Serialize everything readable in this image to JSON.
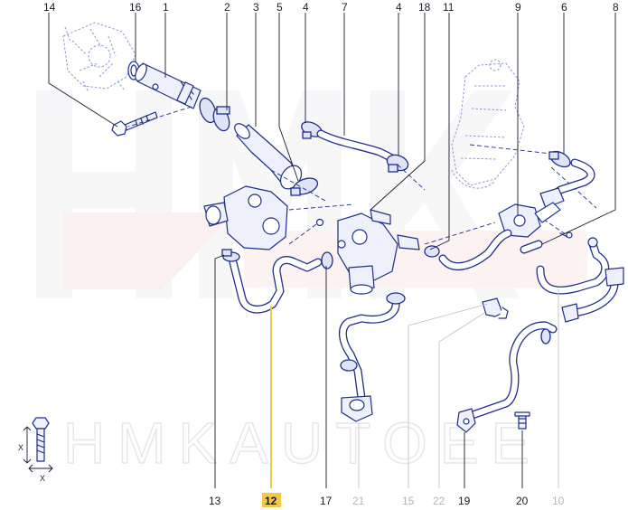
{
  "watermark": {
    "text": "HMKAUTOEE"
  },
  "diagram": {
    "callouts_top": [
      {
        "id": "c14",
        "label": "14"
      },
      {
        "id": "c16",
        "label": "16"
      },
      {
        "id": "c1",
        "label": "1"
      },
      {
        "id": "c2",
        "label": "2"
      },
      {
        "id": "c3",
        "label": "3"
      },
      {
        "id": "c5",
        "label": "5"
      },
      {
        "id": "c4a",
        "label": "4"
      },
      {
        "id": "c7",
        "label": "7"
      },
      {
        "id": "c4b",
        "label": "4"
      },
      {
        "id": "c18",
        "label": "18"
      },
      {
        "id": "c11",
        "label": "11"
      },
      {
        "id": "c9",
        "label": "9"
      },
      {
        "id": "c6",
        "label": "6"
      },
      {
        "id": "c8",
        "label": "8"
      }
    ],
    "callouts_bottom": [
      {
        "id": "c13",
        "label": "13",
        "muted": false
      },
      {
        "id": "c12",
        "label": "12",
        "muted": false,
        "highlighted": true
      },
      {
        "id": "c17",
        "label": "17",
        "muted": false
      },
      {
        "id": "c21",
        "label": "21",
        "muted": true
      },
      {
        "id": "c15",
        "label": "15",
        "muted": true
      },
      {
        "id": "c22",
        "label": "22",
        "muted": true
      },
      {
        "id": "c19",
        "label": "19",
        "muted": false
      },
      {
        "id": "c20",
        "label": "20",
        "muted": false
      },
      {
        "id": "c10",
        "label": "10",
        "muted": true
      }
    ],
    "axis_symbol": {
      "x_label": "X"
    },
    "highlight_color": "#f2c84b",
    "line_color": "#1f2f8a"
  }
}
